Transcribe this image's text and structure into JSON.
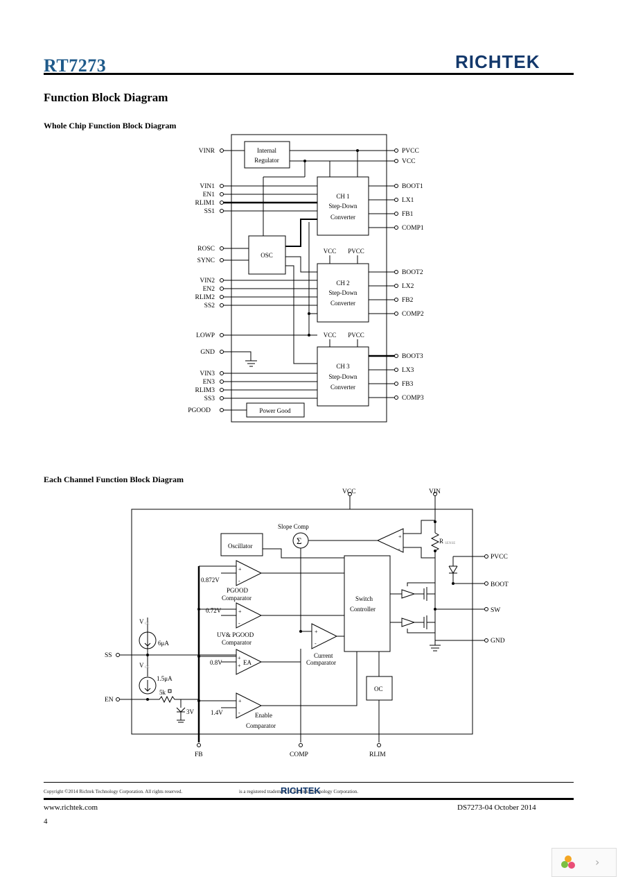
{
  "header": {
    "part_number": "RT7273",
    "brand": "RICHTEK"
  },
  "section_title": "Function Block Diagram",
  "diagram1": {
    "title": "Whole Chip Function Block Diagram",
    "left_pins": [
      "VINR",
      "VIN1",
      "EN1",
      "RLIM1",
      "SS1",
      "ROSC",
      "SYNC",
      "VIN2",
      "EN2",
      "RLIM2",
      "SS2",
      "LOWP",
      "GND",
      "VIN3",
      "EN3",
      "RLIM3",
      "SS3",
      "PGOOD"
    ],
    "right_pins": [
      "PVCC",
      "VCC",
      "BOOT1",
      "LX1",
      "FB1",
      "COMP1",
      "BOOT2",
      "LX2",
      "FB2",
      "COMP2",
      "BOOT3",
      "LX3",
      "FB3",
      "COMP3"
    ],
    "blocks": {
      "regulator": [
        "Internal",
        "Regulator"
      ],
      "osc": "OSC",
      "power_good": "Power Good",
      "ch1": [
        "CH 1",
        "Step-Down",
        "Converter"
      ],
      "ch2": [
        "CH 2",
        "Step-Down",
        "Converter"
      ],
      "ch3": [
        "CH 3",
        "Step-Down",
        "Converter"
      ],
      "vcc": "VCC",
      "pvcc": "PVCC"
    }
  },
  "diagram2": {
    "title": "Each Channel Function Block Diagram",
    "pins": {
      "vcc": "VCC",
      "vin": "VIN",
      "pvcc": "PVCC",
      "boot": "BOOT",
      "sw": "SW",
      "gnd": "GND",
      "ss": "SS",
      "en": "EN",
      "fb": "FB",
      "comp": "COMP",
      "rlim": "RLIM"
    },
    "labels": {
      "slope_comp": "Slope Comp",
      "sigma": "Σ",
      "oscillator": "Oscillator",
      "rsense": "R",
      "rsense_sub": "SENSE",
      "v_0872": "0.872V",
      "pgood_comp": [
        "PGOOD",
        "Comparator"
      ],
      "v_072": "0.72V",
      "uv_pgood_comp": [
        "UV& PGOOD",
        "Comparator"
      ],
      "vcc_src1": "V",
      "vcc_src1_sub": "CC",
      "i_6ua": "6μA",
      "v_08": "0.8V",
      "ea": "EA",
      "current_comp": [
        "Current",
        "Comparator"
      ],
      "vcc_src2": "V",
      "vcc_src2_sub": "CC",
      "i_15ua": "1.5μA",
      "r_5k": "5k",
      "v_3v": "3V",
      "v_14": "1.4V",
      "enable_comp": [
        "Enable",
        "Comparator"
      ],
      "switch_ctrl": [
        "Switch",
        "Controller"
      ],
      "oc": "OC",
      "plus": "+",
      "minus": "-"
    }
  },
  "footer": {
    "copyright_left": "Copyright ©2014 Richtek Technology Corporation. All rights reserved.",
    "copyright_right": "is a registered trademark of Richtek Technology Corporation.",
    "logo": "RICHTEK",
    "url": "www.richtek.com",
    "doc_id": "DS7273-04   October  2014",
    "page": "4"
  }
}
